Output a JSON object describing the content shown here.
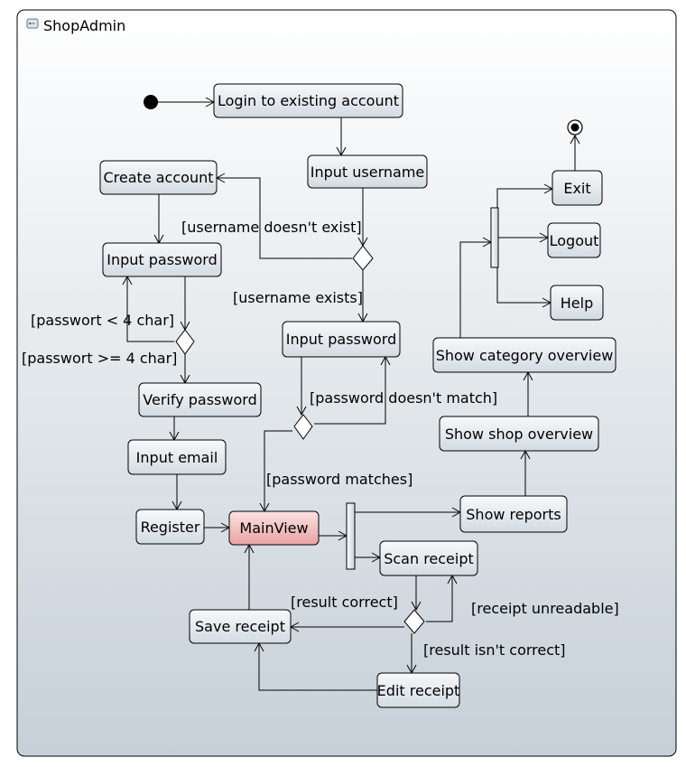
{
  "diagram": {
    "title": "ShopAdmin",
    "icon": "activity-diagram-icon",
    "colors": {
      "node_fill_top": "#f7f9fb",
      "node_fill_bottom": "#d3dbe1",
      "main_fill_top": "#fbe3e3",
      "main_fill_bottom": "#e9a2a2",
      "frame_top": "#ffffff",
      "frame_bottom": "#c6d0d8",
      "stroke": "#000000"
    },
    "actions": {
      "login": "Login to existing account",
      "input_username": "Input username",
      "create_account": "Create account",
      "input_password_left": "Input password",
      "input_password_right": "Input password",
      "verify_password": "Verify password",
      "input_email": "Input email",
      "register": "Register",
      "mainview": "MainView",
      "scan_receipt": "Scan receipt",
      "save_receipt": "Save receipt",
      "edit_receipt": "Edit receipt",
      "show_reports": "Show reports",
      "show_shop_overview": "Show shop overview",
      "show_category_overview": "Show category overview",
      "exit": "Exit",
      "logout": "Logout",
      "help": "Help"
    },
    "guards": {
      "username_not_exist": "[username doesn't exist]",
      "username_exists": "[username exists]",
      "passwort_short": "[passwort < 4 char]",
      "passwort_ok": "[passwort >= 4 char]",
      "password_mismatch": "[password doesn't match]",
      "password_matches": "[password matches]",
      "result_correct": "[result correct]",
      "receipt_unreadable": "[receipt unreadable]",
      "result_incorrect": "[result isn't correct]"
    }
  }
}
